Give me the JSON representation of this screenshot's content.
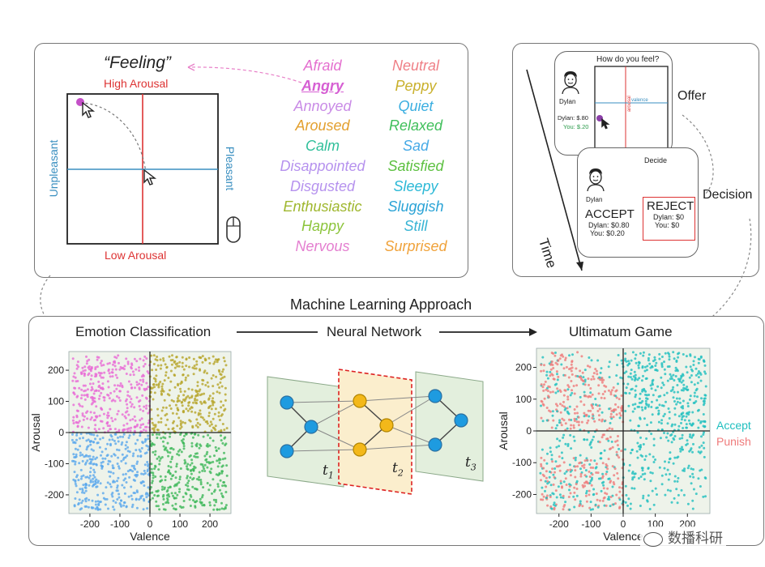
{
  "feeling_panel": {
    "title": "“Feeling”",
    "high_arousal": "High Arousal",
    "low_arousal": "Low Arousal",
    "unpleasant": "Unpleasant",
    "pleasant": "Pleasant",
    "emotions_left": [
      {
        "label": "Afraid",
        "color": "#e46fcf"
      },
      {
        "label": "Angry",
        "color": "#d65fd3",
        "selected": true
      },
      {
        "label": "Annoyed",
        "color": "#c98be6"
      },
      {
        "label": "Aroused",
        "color": "#e3a02f"
      },
      {
        "label": "Calm",
        "color": "#2fbf9a"
      },
      {
        "label": "Disappointed",
        "color": "#b692ee"
      },
      {
        "label": "Disgusted",
        "color": "#b692ee"
      },
      {
        "label": "Enthusiastic",
        "color": "#9fb72e"
      },
      {
        "label": "Happy",
        "color": "#8cc43b"
      },
      {
        "label": "Nervous",
        "color": "#e47fd0"
      }
    ],
    "emotions_right": [
      {
        "label": "Neutral",
        "color": "#ef7f86"
      },
      {
        "label": "Peppy",
        "color": "#c9b02b"
      },
      {
        "label": "Quiet",
        "color": "#3aaee0"
      },
      {
        "label": "Relaxed",
        "color": "#3fbf5a"
      },
      {
        "label": "Sad",
        "color": "#45a9e6"
      },
      {
        "label": "Satisfied",
        "color": "#5cc040"
      },
      {
        "label": "Sleepy",
        "color": "#2ab8d6"
      },
      {
        "label": "Sluggish",
        "color": "#2aa3d6"
      },
      {
        "label": "Still",
        "color": "#38b4d4"
      },
      {
        "label": "Surprised",
        "color": "#f0a23a"
      }
    ]
  },
  "task_panel": {
    "question": "How do you feel?",
    "player_name": "Dylan",
    "offer_dylan": "Dylan: $.80",
    "offer_you": "You: $.20",
    "valence_text": "valence",
    "arousal_text": "arousal",
    "offer_label": "Offer",
    "decide_label": "Decide",
    "decision_label": "Decision",
    "time_label": "Time",
    "accept_title": "ACCEPT",
    "accept_dylan": "Dylan: $0.80",
    "accept_you": "You: $0.20",
    "reject_title": "REJECT",
    "reject_dylan": "Dylan: $0",
    "reject_you": "You: $0"
  },
  "ml_panel": {
    "title": "Machine Learning Approach",
    "emotion_classification": "Emotion Classification",
    "neural_network": "Neural Network",
    "ultimatum_game": "Ultimatum Game",
    "t1": "t",
    "t1_sub": "1",
    "t2": "t",
    "t2_sub": "2",
    "t3": "t",
    "t3_sub": "3",
    "accept_legend": "Accept",
    "punish_legend": "Punish",
    "accept_color": "#1fbfbf",
    "punish_color": "#ef7b7b"
  },
  "chart_data": [
    {
      "type": "scatter",
      "title": "Emotion Classification",
      "xlabel": "Valence",
      "ylabel": "Arousal",
      "xlim": [
        -270,
        270
      ],
      "ylim": [
        -260,
        260
      ],
      "xticks": [
        -200,
        -100,
        0,
        100,
        200
      ],
      "yticks": [
        200,
        100,
        0,
        -100,
        -200
      ],
      "quadrant_colors": {
        "top_left": "#e86bd6",
        "top_right": "#b6a52a",
        "bottom_left": "#5aa8ec",
        "bottom_right": "#3fb85a"
      }
    },
    {
      "type": "scatter",
      "title": "Ultimatum Game",
      "xlabel": "Valence",
      "ylabel": "Arousal",
      "xlim": [
        -270,
        270
      ],
      "ylim": [
        -260,
        260
      ],
      "xticks": [
        -200,
        -100,
        0,
        100,
        200
      ],
      "yticks": [
        200,
        100,
        0,
        -100,
        -200
      ],
      "series": [
        {
          "name": "Accept",
          "color": "#1fbfbf"
        },
        {
          "name": "Punish",
          "color": "#ef7b7b"
        }
      ]
    }
  ],
  "watermark": "数播科研"
}
